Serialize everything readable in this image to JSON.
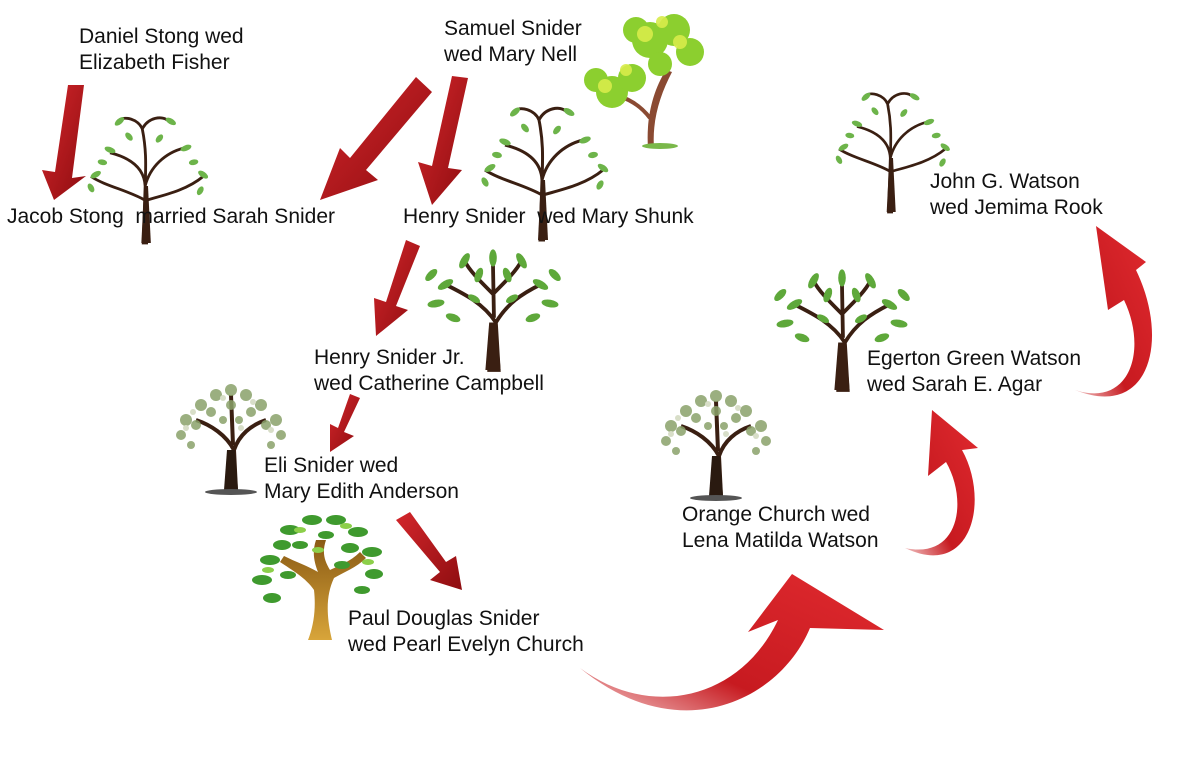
{
  "couples": {
    "daniel_stong": {
      "line1": "Daniel Stong wed",
      "line2": "Elizabeth Fisher"
    },
    "samuel_snider": {
      "line1": "Samuel Snider",
      "line2": "wed Mary Nell"
    },
    "jacob_stong": {
      "line1": "Jacob Stong  married Sarah Snider"
    },
    "henry_snider": {
      "line1": "Henry Snider  wed Mary Shunk"
    },
    "john_watson": {
      "line1": "John G. Watson",
      "line2": "wed Jemima Rook"
    },
    "henry_snider_jr": {
      "line1": "Henry Snider Jr.",
      "line2": "wed Catherine Campbell"
    },
    "egerton_watson": {
      "line1": "Egerton Green Watson",
      "line2": "wed Sarah E. Agar"
    },
    "eli_snider": {
      "line1": "Eli Snider wed",
      "line2": "Mary Edith Anderson"
    },
    "orange_church": {
      "line1": "Orange Church wed",
      "line2": "Lena Matilda Watson"
    },
    "paul_snider": {
      "line1": "Paul Douglas Snider",
      "line2": "wed Pearl Evelyn Church"
    }
  },
  "colors": {
    "arrow_red": "#c0161c",
    "arrow_dark": "#8e0d10",
    "trunk_dark": "#3a1f12",
    "leaf_green": "#5ea83a",
    "leaf_light": "#a8d84a",
    "trunk_gold": "#b8861f"
  },
  "icons": [
    "tree-icon",
    "arrow-down-icon",
    "curved-arrow-up-icon"
  ]
}
